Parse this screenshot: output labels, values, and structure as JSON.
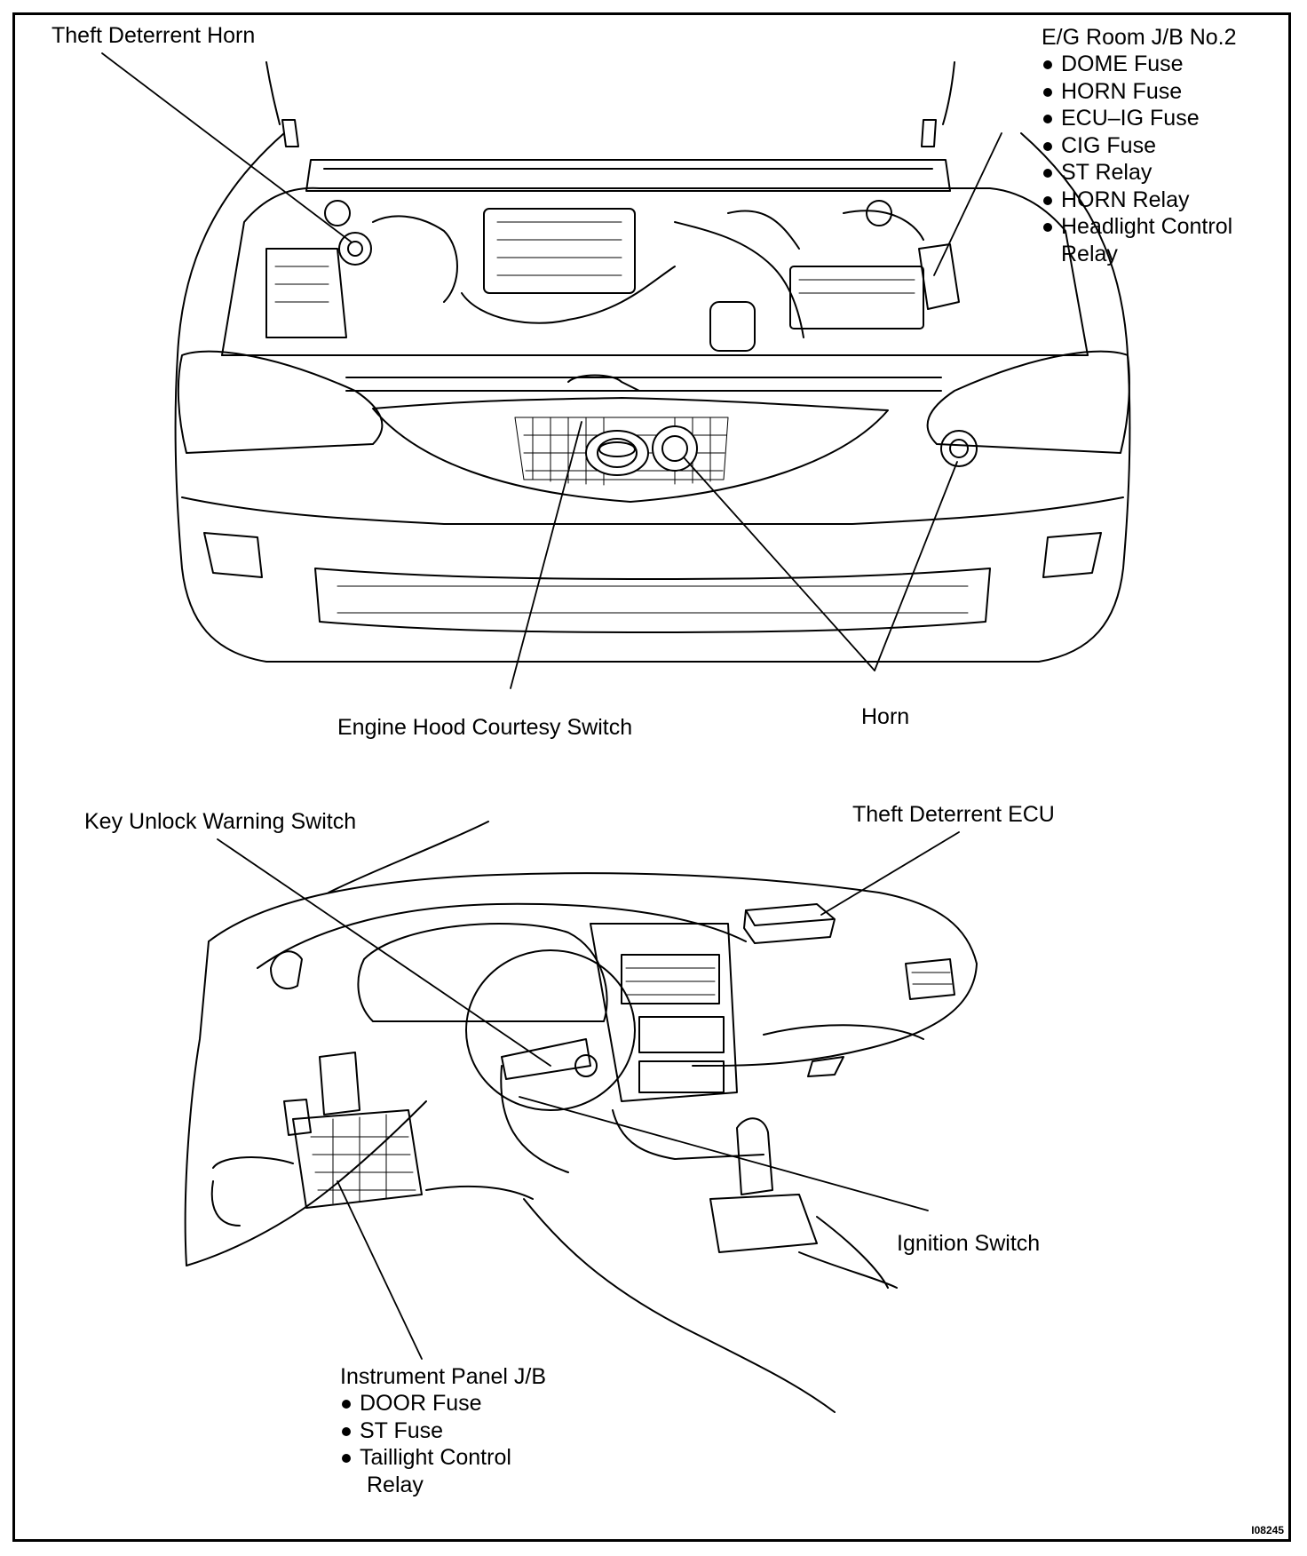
{
  "figure_number": "I08245",
  "labels": {
    "theft_horn": "Theft Deterrent Horn",
    "hood_switch": "Engine Hood Courtesy Switch",
    "horn": "Horn",
    "key_switch": "Key Unlock Warning  Switch",
    "theft_ecu": "Theft Deterrent ECU",
    "ignition": "Ignition Switch"
  },
  "eg_jb": {
    "title": "E/G Room J/B No.2",
    "items": [
      "DOME Fuse",
      "HORN Fuse",
      "ECU–IG Fuse",
      "CIG Fuse",
      "ST Relay",
      "HORN Relay",
      "Headlight Control"
    ],
    "continuation": "Relay"
  },
  "ip_jb": {
    "title": "Instrument Panel J/B",
    "items": [
      "DOOR Fuse",
      "ST Fuse",
      "Taillight Control"
    ],
    "continuation": "Relay"
  }
}
